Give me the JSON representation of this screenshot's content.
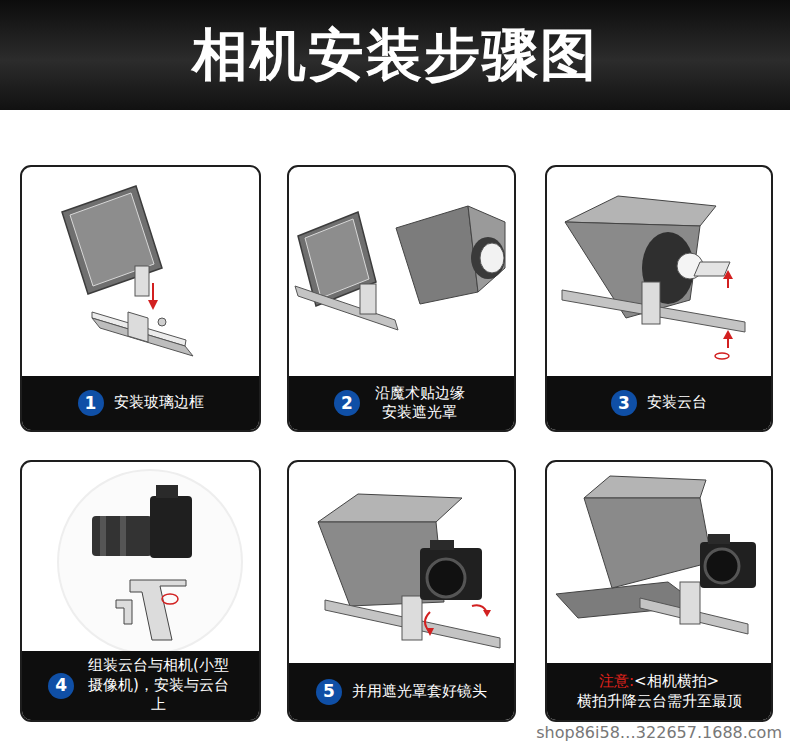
{
  "diagram": {
    "title": "相机安装步骤图",
    "nodes": [
      {
        "text": [
          "安装玻璃边框"
        ]
      },
      {
        "text": [
          "1"
        ],
        "in": 0
      },
      {
        "text": [
          "沿魔术贴边缘 安装遮光罩"
        ]
      },
      {
        "text": [
          "2"
        ],
        "in": 2
      },
      {
        "text": [
          "安装云台"
        ]
      },
      {
        "text": [
          "3"
        ],
        "in": 4
      },
      {
        "text": [
          "组装云台与相机(小型 摄像机)，安装与云台上"
        ]
      },
      {
        "text": [
          "4"
        ],
        "in": 6
      },
      {
        "text": [
          "并用遮光罩套好镜头"
        ]
      },
      {
        "text": [
          "5"
        ],
        "in": 8
      },
      {
        "text": [
          "注意:",
          "<相机横拍>",
          "横拍升降云台需升至最顶"
        ]
      }
    ],
    "labels": [
      "shop86i58…322657.1688.com"
    ]
  }
}
